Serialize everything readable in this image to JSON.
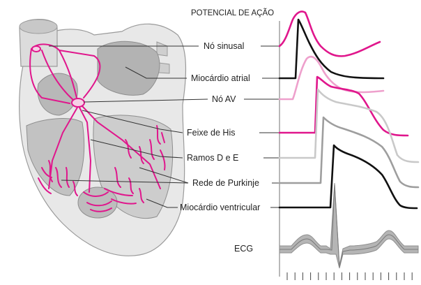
{
  "title": "POTENCIAL DE AÇÃO",
  "labels": [
    "Nó sinusal",
    "Miocárdio atrial",
    "Nó AV",
    "Feixe de His",
    "Ramos D e E",
    "Rede de Purkinje",
    "Miocárdio ventricular"
  ],
  "ecg_label": "ECG",
  "colors": {
    "magenta": "#e0168c",
    "pink_light": "#eea0cc",
    "black": "#111111",
    "gray_light": "#c9c9c9",
    "gray_mid": "#9e9e9e",
    "heart_fill": "#e6e6e6",
    "heart_dark": "#b9b9b9"
  }
}
